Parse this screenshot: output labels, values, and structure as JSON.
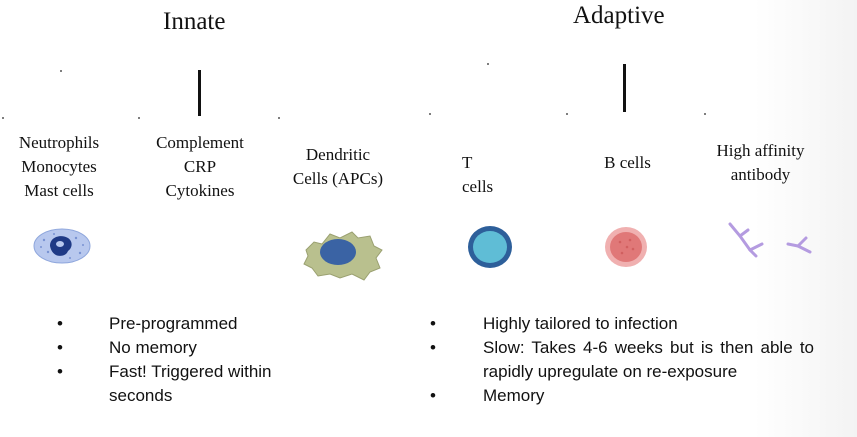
{
  "innate": {
    "title": "Innate",
    "groups": {
      "granulocytes": [
        "Neutrophils",
        "Monocytes",
        "Mast cells"
      ],
      "soluble": [
        "Complement",
        "CRP",
        "Cytokines"
      ],
      "dendritic": [
        "Dendritic",
        "Cells (APCs)"
      ]
    },
    "bullets": [
      {
        "mark": "•",
        "text": "Pre-programmed"
      },
      {
        "mark": "•",
        "text": "No memory"
      },
      {
        "mark": "•",
        "text": "Fast! Triggered within seconds"
      }
    ]
  },
  "adaptive": {
    "title": "Adaptive",
    "groups": {
      "t_cells": [
        "T",
        "cells"
      ],
      "b_cells": [
        "B cells"
      ],
      "antibody": [
        "High affinity",
        "antibody"
      ]
    },
    "bullets": [
      {
        "mark": "•",
        "text": "Highly tailored to infection"
      },
      {
        "mark": "•",
        "text": "Slow: Takes 4-6 weeks but is then able to rapidly upregulate on re-exposure"
      },
      {
        "mark": "•",
        "text": "Memory"
      }
    ]
  },
  "icons": {
    "neutrophil": "neutrophil-icon",
    "dendritic": "dendritic-cell-icon",
    "t_cell": "t-cell-icon",
    "b_cell": "b-cell-icon",
    "antibody": "antibody-icon"
  },
  "colors": {
    "neutrophil_fill": "#b8c8ee",
    "neutrophil_nucleus": "#1f3a86",
    "dendritic_fill": "#b9c08e",
    "dendritic_nucleus": "#3a63a4",
    "t_cell_ring": "#2d5f9a",
    "t_cell_fill": "#5fbdd6",
    "b_cell_fill": "#e07878",
    "antibody": "#b49be0"
  }
}
